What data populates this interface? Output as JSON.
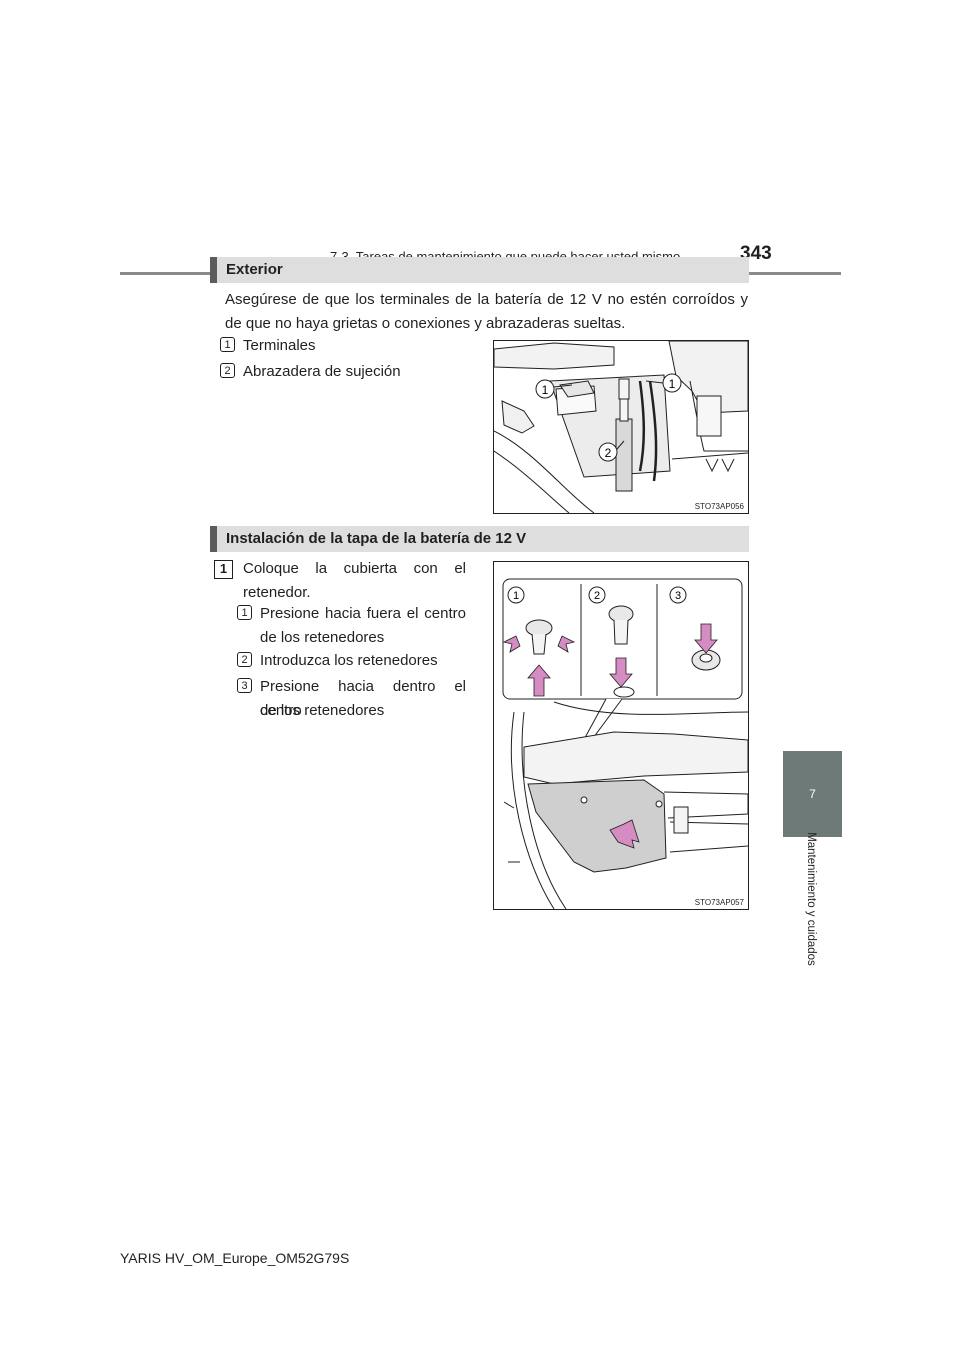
{
  "header": {
    "section_title": "7-3. Tareas de mantenimiento que puede hacer usted mismo",
    "page_number": "343"
  },
  "side_tab": {
    "chapter": "7",
    "chapter_title": "Mantenimiento y cuidados"
  },
  "section1": {
    "title": "Exterior",
    "intro_line1": "Asegúrese de que los terminales de la batería de 12 V no estén corroídos y",
    "intro_line2": "de que no haya grietas o conexiones y abrazaderas sueltas.",
    "items": [
      {
        "num": "1",
        "label": "Terminales"
      },
      {
        "num": "2",
        "label": "Abrazadera de sujeción"
      }
    ],
    "figure_code": "STO73AP056",
    "callouts": [
      "1",
      "1",
      "2"
    ]
  },
  "section2": {
    "title": "Instalación de la tapa de la batería de 12 V",
    "step": {
      "num": "1",
      "line1": "Coloque la cubierta con el",
      "line2": "retenedor."
    },
    "substeps": [
      {
        "num": "1",
        "line1": "Presione hacia fuera el centro",
        "line2": "de los retenedores"
      },
      {
        "num": "2",
        "line1": "Introduzca los retenedores",
        "line2": ""
      },
      {
        "num": "3",
        "line1": "Presione hacia dentro el centro",
        "line2": "de los retenedores"
      }
    ],
    "figure_code": "STO73AP057",
    "panel_labels": [
      "1",
      "2",
      "3"
    ]
  },
  "footer": {
    "text": "YARIS HV_OM_Europe_OM52G79S"
  },
  "colors": {
    "section_bar": "#5c5c5c",
    "section_bg": "#dedede",
    "side_tab": "#6d7a77",
    "arrow": "#d58cc2"
  }
}
